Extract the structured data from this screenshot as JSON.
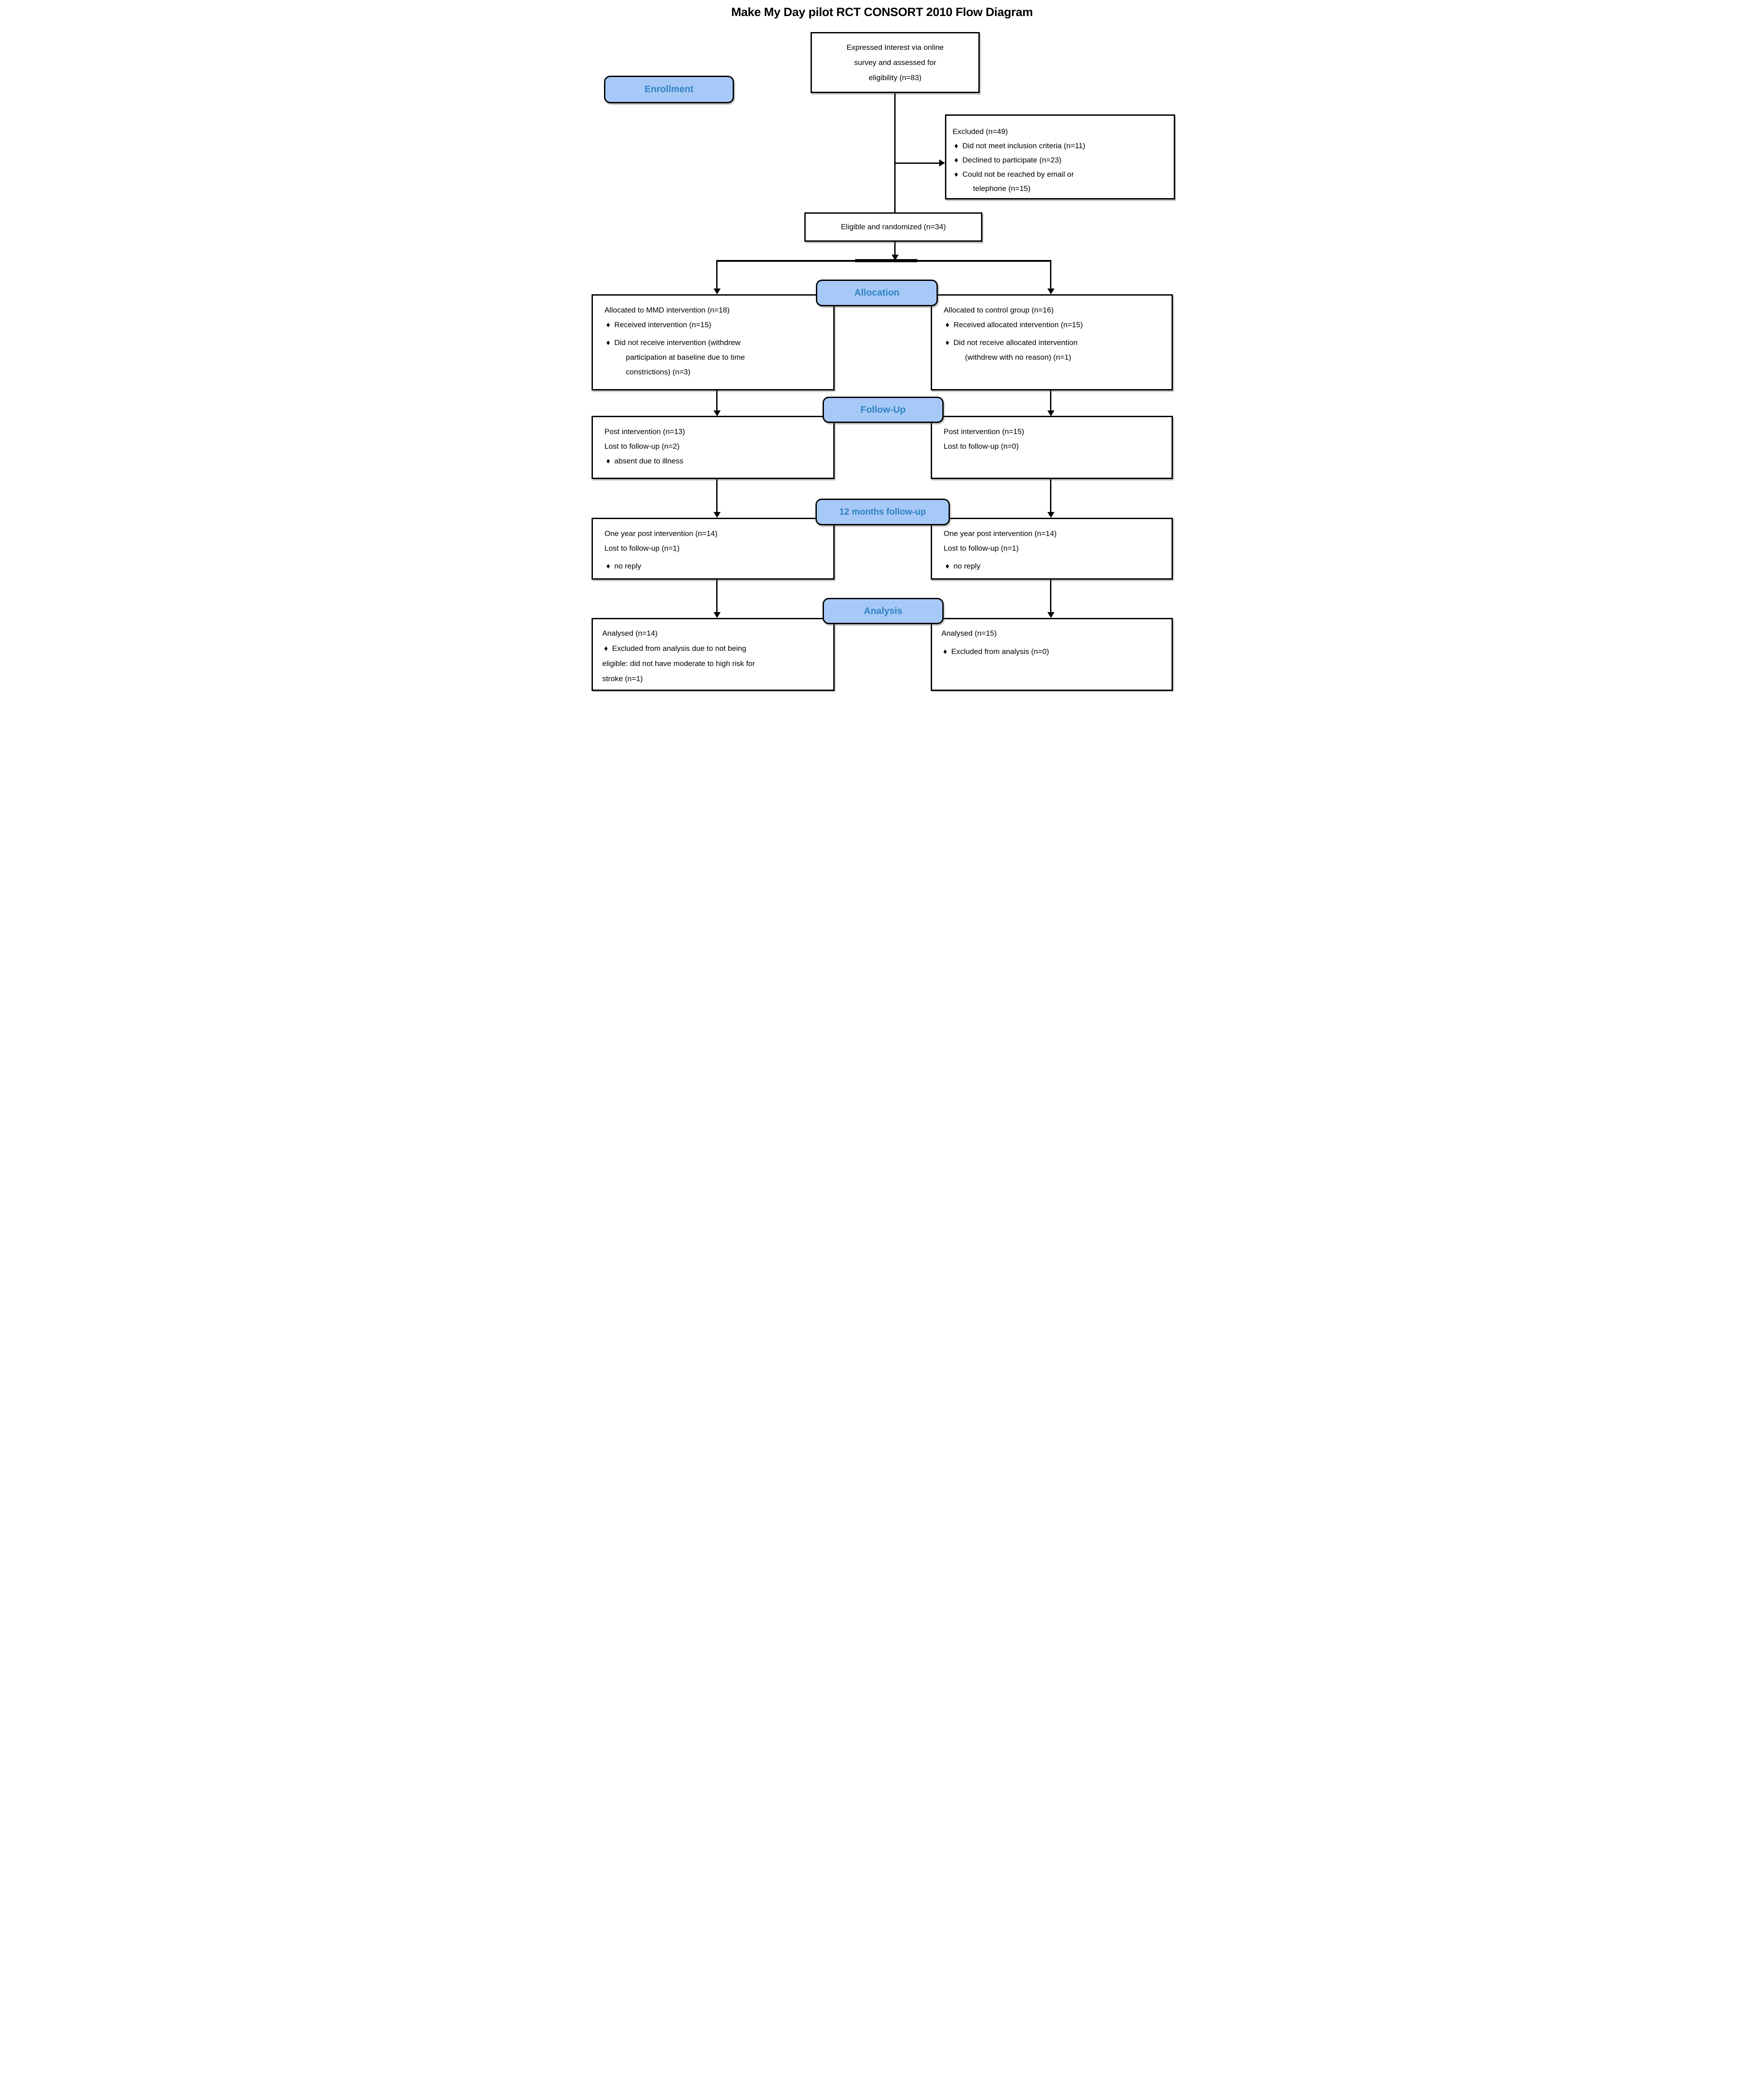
{
  "title": "Make My Day pilot RCT CONSORT 2010 Flow Diagram",
  "colors": {
    "band_fill": "#A7C9F7",
    "band_text": "#2E82C3",
    "line": "#000000"
  },
  "bands": {
    "enrollment": "Enrollment",
    "allocation": "Allocation",
    "followup": "Follow-Up",
    "twelve_months": "12 months follow-up",
    "analysis": "Analysis"
  },
  "boxes": {
    "expressed": {
      "lines": [
        "Expressed Interest via online",
        "survey and assessed for",
        "eligibility (n=83)"
      ]
    },
    "excluded": {
      "lines": [
        "Excluded (n=49)",
        "♦  Did not meet inclusion criteria (n=11)",
        "♦  Declined to participate (n=23)",
        "♦  Could not be reached by email or",
        "telephone (n=15)"
      ]
    },
    "eligible": {
      "lines": [
        "Eligible and randomized (n=34)"
      ]
    },
    "alloc_left": {
      "lines": [
        "Allocated to MMD intervention (n=18)",
        "♦  Received intervention (n=15)",
        "♦  Did not receive intervention (withdrew",
        "participation at baseline due to time",
        "constrictions) (n=3)"
      ]
    },
    "alloc_right": {
      "lines": [
        "Allocated to control group (n=16)",
        "♦  Received allocated intervention (n=15)",
        "♦  Did not receive allocated intervention",
        "(withdrew with no reason) (n=1)"
      ]
    },
    "fu_left": {
      "lines": [
        "Post intervention (n=13)",
        "Lost to follow-up (n=2)",
        "♦  absent due to illness"
      ]
    },
    "fu_right": {
      "lines": [
        "Post intervention (n=15)",
        "Lost to follow-up (n=0)"
      ]
    },
    "m12_left": {
      "lines": [
        "One year post intervention (n=14)",
        "Lost to follow-up (n=1)",
        "♦  no reply"
      ]
    },
    "m12_right": {
      "lines": [
        "One year post intervention (n=14)",
        "Lost to follow-up (n=1)",
        "♦  no reply"
      ]
    },
    "analysis_left": {
      "lines": [
        "Analysed (n=14)",
        "♦  Excluded from analysis due to not being",
        "eligible: did not have moderate to high risk for",
        "stroke (n=1)"
      ]
    },
    "analysis_right": {
      "lines": [
        "Analysed (n=15)",
        "♦  Excluded from analysis (n=0)"
      ]
    }
  }
}
